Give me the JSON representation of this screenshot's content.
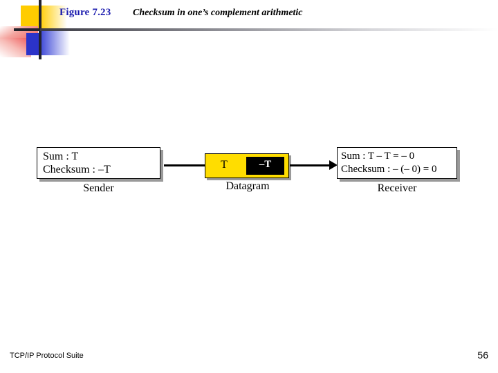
{
  "header": {
    "figure_label": "Figure 7.23",
    "figure_title": "Checksum in one’s complement arithmetic"
  },
  "diagram": {
    "sender": {
      "line1": "Sum : T",
      "line2": "Checksum : –T",
      "caption": "Sender"
    },
    "datagram": {
      "data_field": "T",
      "checksum_field": "–T",
      "caption": "Datagram"
    },
    "receiver": {
      "line1": "Sum : T – T = – 0",
      "line2": "Checksum : – (– 0) = 0",
      "caption": "Receiver"
    }
  },
  "footer": {
    "book_title": "TCP/IP Protocol Suite",
    "page_number": "56"
  },
  "colors": {
    "figure_label": "#1A1AAE",
    "datagram_fill": "#FFDD00",
    "checksum_cell": "#000000",
    "deco_yellow": "#FFCC00",
    "deco_blue": "#2B33C9",
    "deco_red": "#EE4444"
  }
}
